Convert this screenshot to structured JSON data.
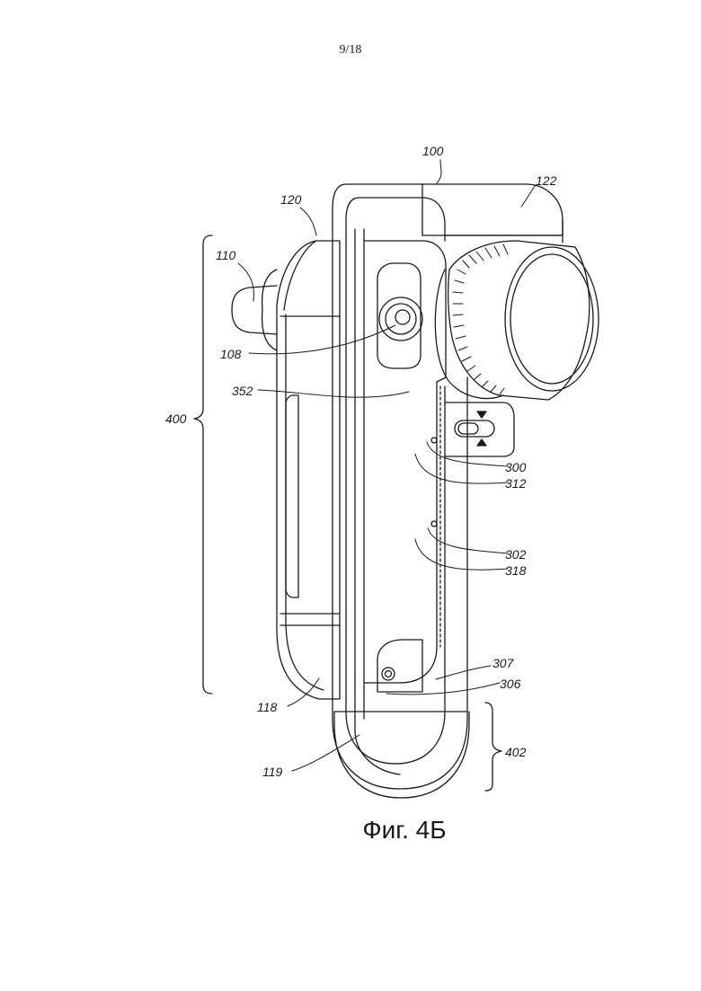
{
  "page_number": "9/18",
  "caption": "Фиг. 4Б",
  "labels": {
    "l100": "100",
    "l122": "122",
    "l120": "120",
    "l110": "110",
    "l108": "108",
    "l352": "352",
    "l400": "400",
    "l300": "300",
    "l312": "312",
    "l302": "302",
    "l318": "318",
    "l307": "307",
    "l306": "306",
    "l118": "118",
    "l402": "402",
    "l119": "119"
  }
}
